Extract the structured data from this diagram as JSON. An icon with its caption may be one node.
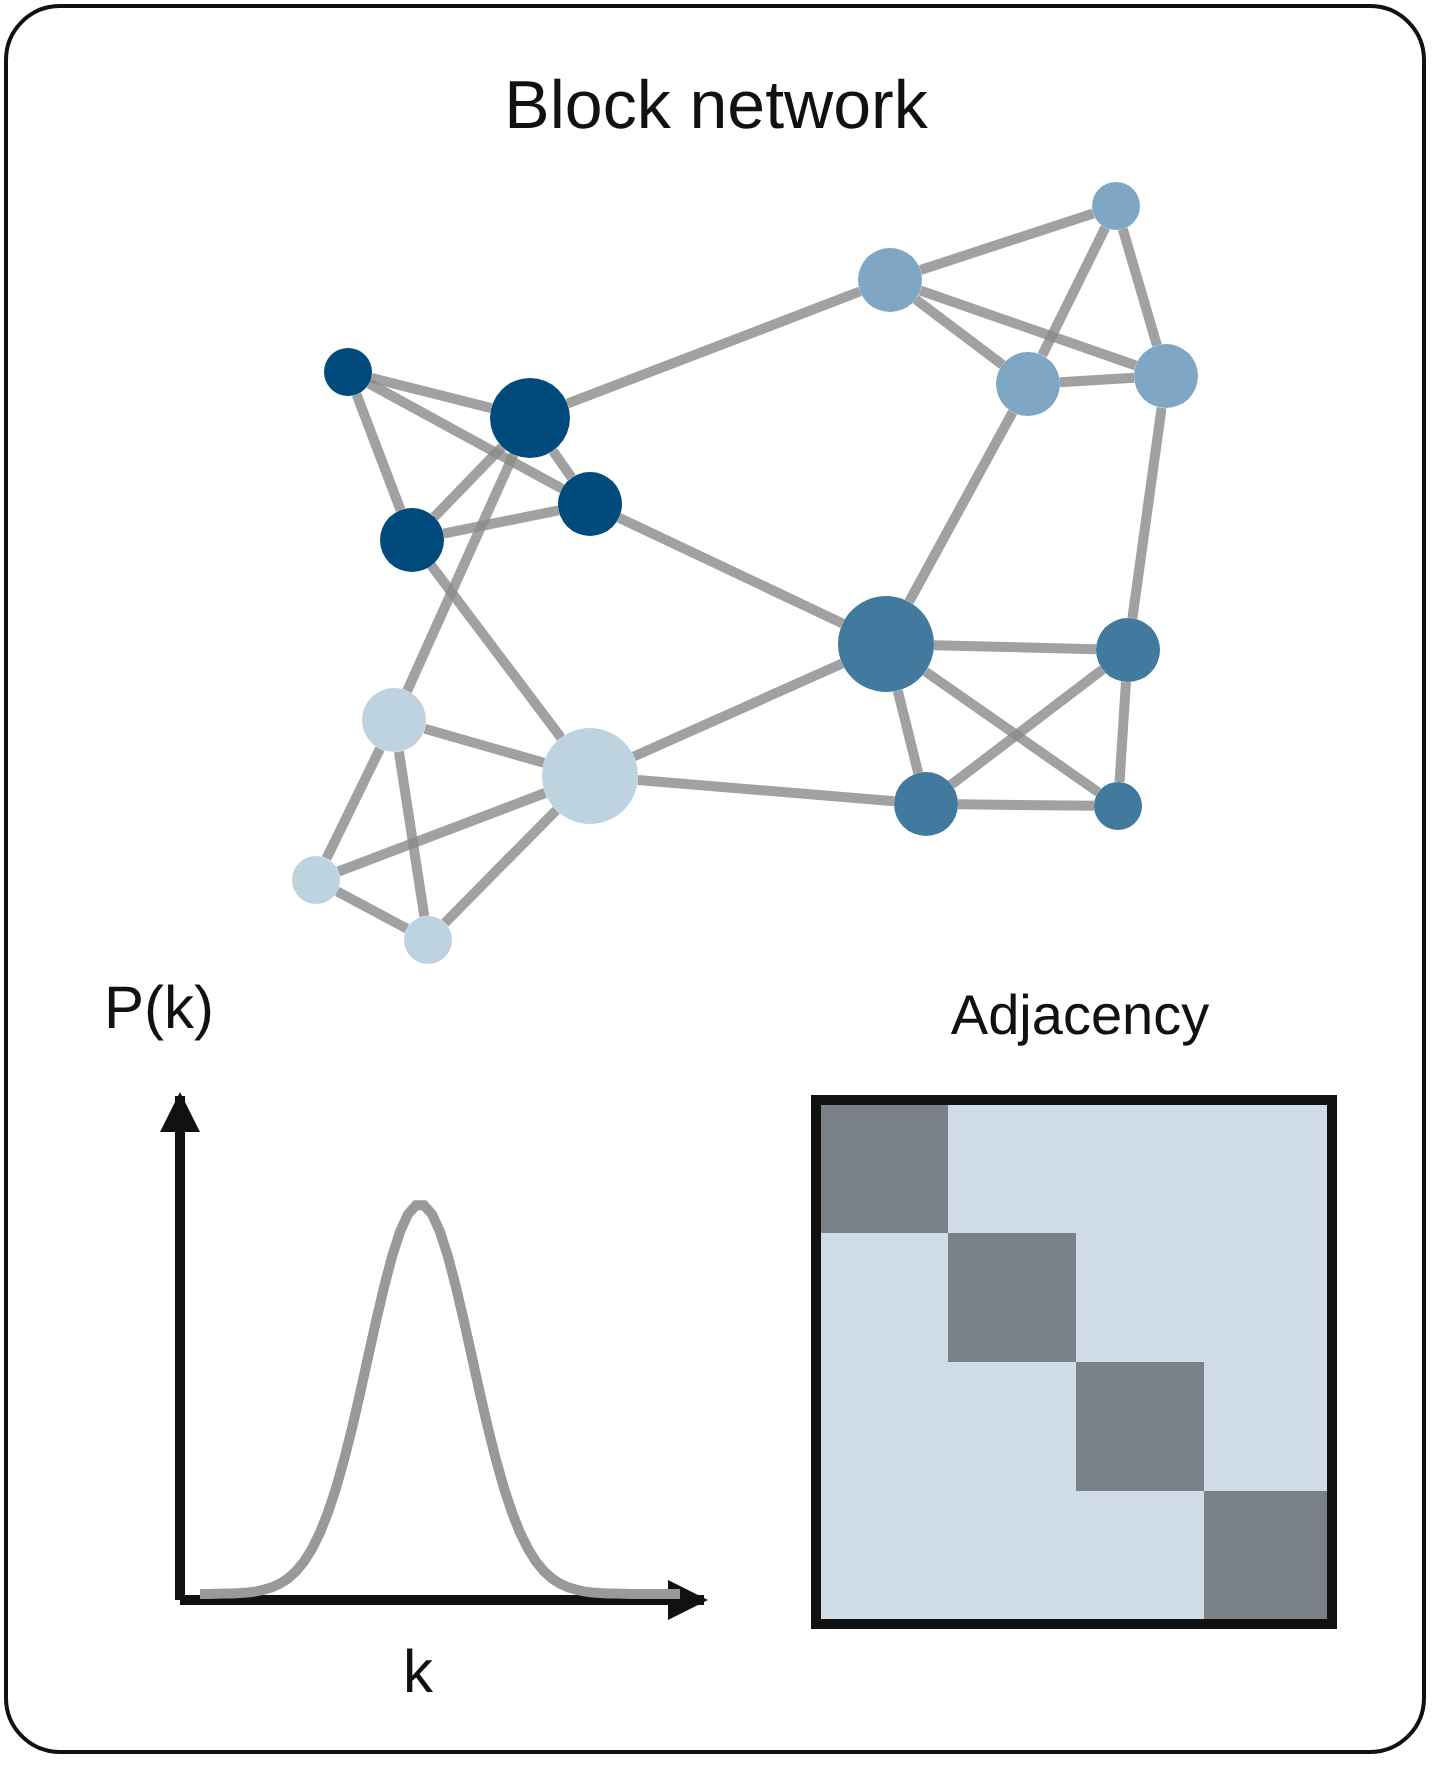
{
  "diagram": {
    "title": "Block network",
    "nodes": [
      {
        "text": [],
        "shape": "circle"
      },
      {
        "text": [],
        "shape": "circle"
      },
      {
        "text": [],
        "shape": "circle"
      },
      {
        "text": [],
        "shape": "circle"
      },
      {
        "text": [],
        "shape": "circle"
      },
      {
        "text": [],
        "shape": "circle"
      },
      {
        "text": [],
        "shape": "circle"
      },
      {
        "text": [],
        "shape": "circle"
      },
      {
        "text": [],
        "shape": "circle"
      },
      {
        "text": [],
        "shape": "circle"
      },
      {
        "text": [],
        "shape": "circle"
      },
      {
        "text": [],
        "shape": "circle"
      },
      {
        "text": [],
        "shape": "circle"
      },
      {
        "text": [],
        "shape": "circle"
      },
      {
        "text": [],
        "shape": "circle"
      },
      {
        "text": [],
        "shape": "circle"
      }
    ],
    "edges": [
      {
        "from": 0,
        "to": 1,
        "arrow": "none"
      },
      {
        "from": 0,
        "to": 2,
        "arrow": "none"
      },
      {
        "from": 0,
        "to": 3,
        "arrow": "none"
      },
      {
        "from": 1,
        "to": 3,
        "arrow": "none"
      },
      {
        "from": 1,
        "to": 2,
        "arrow": "none"
      },
      {
        "from": 3,
        "to": 2,
        "arrow": "none"
      },
      {
        "from": 1,
        "to": 4,
        "arrow": "none"
      },
      {
        "from": 1,
        "to": 12,
        "arrow": "none"
      },
      {
        "from": 3,
        "to": 13,
        "arrow": "none"
      },
      {
        "from": 2,
        "to": 8,
        "arrow": "none"
      },
      {
        "from": 4,
        "to": 5,
        "arrow": "none"
      },
      {
        "from": 4,
        "to": 6,
        "arrow": "none"
      },
      {
        "from": 4,
        "to": 7,
        "arrow": "none"
      },
      {
        "from": 5,
        "to": 6,
        "arrow": "none"
      },
      {
        "from": 5,
        "to": 7,
        "arrow": "none"
      },
      {
        "from": 6,
        "to": 7,
        "arrow": "none"
      },
      {
        "from": 6,
        "to": 8,
        "arrow": "none"
      },
      {
        "from": 7,
        "to": 9,
        "arrow": "none"
      },
      {
        "from": 8,
        "to": 9,
        "arrow": "none"
      },
      {
        "from": 8,
        "to": 10,
        "arrow": "none"
      },
      {
        "from": 8,
        "to": 11,
        "arrow": "none"
      },
      {
        "from": 9,
        "to": 10,
        "arrow": "none"
      },
      {
        "from": 9,
        "to": 11,
        "arrow": "none"
      },
      {
        "from": 10,
        "to": 11,
        "arrow": "none"
      },
      {
        "from": 13,
        "to": 8,
        "arrow": "none"
      },
      {
        "from": 13,
        "to": 10,
        "arrow": "none"
      },
      {
        "from": 12,
        "to": 13,
        "arrow": "none"
      },
      {
        "from": 12,
        "to": 14,
        "arrow": "none"
      },
      {
        "from": 12,
        "to": 15,
        "arrow": "none"
      },
      {
        "from": 14,
        "to": 13,
        "arrow": "none"
      },
      {
        "from": 14,
        "to": 15,
        "arrow": "none"
      },
      {
        "from": 15,
        "to": 13,
        "arrow": "none"
      }
    ],
    "labels": [
      "P(k)",
      "Adjacency",
      "k"
    ]
  }
}
